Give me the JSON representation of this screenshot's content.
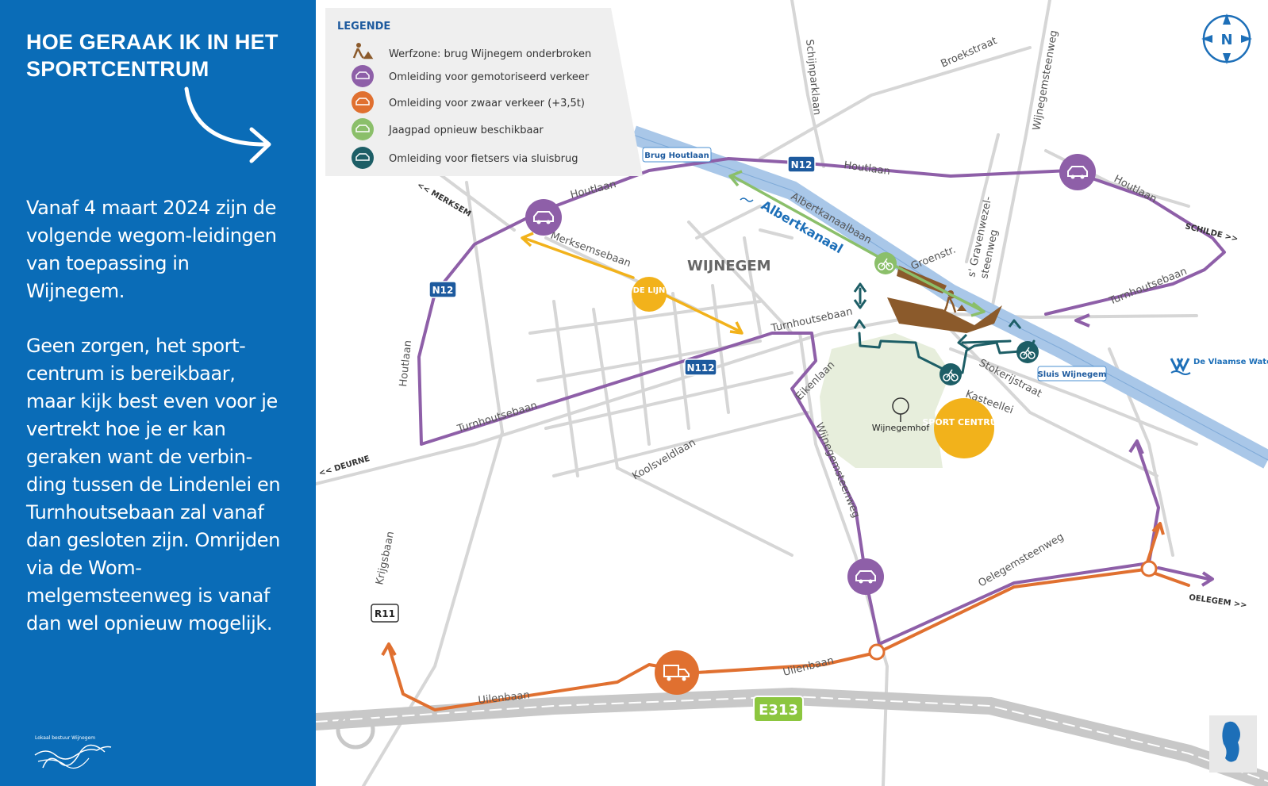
{
  "sidebar": {
    "title": "HOE GERAAK IK IN HET SPORTCENTRUM",
    "intro": "Vanaf 4 maart 2024 zijn de volgende wegom-leidingen van toepassing in Wijnegem.",
    "detail": "Geen zorgen, het sport-centrum is bereikbaar, maar kijk best even voor je vertrekt hoe je er kan geraken want de verbin-ding tussen de Lindenlei en Turnhoutsebaan zal vanaf dan gesloten zijn. Omrijden via de Wom-melgemsteenweg is vanaf dan wel opnieuw mogelijk.",
    "logo_text": "Lokaal bestuur Wijnegem"
  },
  "legend": {
    "title": "LEGENDE",
    "items": [
      {
        "label": "Werfzone: brug Wijnegem onderbroken",
        "icon": "worker-icon",
        "color": "#8b5a2b"
      },
      {
        "label": "Omleiding voor gemotoriseerd verkeer",
        "icon": "car-icon",
        "color": "#8e5fa8"
      },
      {
        "label": "Omleiding voor zwaar verkeer (+3,5t)",
        "icon": "truck-icon",
        "color": "#e07030"
      },
      {
        "label": "Jaagpad opnieuw beschikbaar",
        "icon": "bike-icon",
        "color": "#8bbf6a"
      },
      {
        "label": "Omleiding voor fietsers via sluisbrug",
        "icon": "bike-icon",
        "color": "#1d5e66"
      }
    ]
  },
  "map": {
    "town": "WIJNEGEM",
    "canal": "Albertkanaal",
    "bridge_houtlaan": "Brug Houtlaan",
    "sluis": "Sluis Wijnegem",
    "de_lijn": "DE LIJN",
    "sportcentrum": "SPORT CENTRUM",
    "park": "Wijnegemhof",
    "compass": "N",
    "waterweg": "De Vlaamse Waterweg",
    "shields": {
      "n12a": "N12",
      "n12b": "N12",
      "n112": "N112",
      "r11": "R11",
      "e313": "E313"
    },
    "streets": {
      "schijnpark": "Schijnparklaan",
      "broekstraat": "Broekstraat",
      "wijnegemsteenweg_n": "Wijnegemsteenweg",
      "houtlaan_top": "Houtlaan",
      "houtlaan_nw": "Houtlaan",
      "houtlaan_ne": "Houtlaan",
      "houtlaan_w": "Houtlaan",
      "merksem": "<< MERKSEM",
      "schilde": "SCHILDE >>",
      "albertkanaalbaan": "Albertkanaalbaan",
      "groenstr": "Groenstr.",
      "gravenwezel1": "s' Gravenwezel-",
      "gravenwezel2": "steenweg",
      "merksemsebaan": "Merksemsebaan",
      "turnhoutsebaan_c": "Turnhoutsebaan",
      "turnhoutsebaan_e": "Turnhoutsebaan",
      "turnhoutsebaan_w": "Turnhoutsebaan",
      "stokerijstraat": "Stokerijstraat",
      "kasteellei": "Kasteellei",
      "eikenlaan": "Eikenlaan",
      "wijnegemsteenweg_s": "Wijnegemsteenweg",
      "deurne": "<< DEURNE",
      "koolsveldlaan": "Koolsveldlaan",
      "krijgsbaan": "Krijgsbaan",
      "oelegemsteenweg": "Oelegemsteenweg",
      "oelegem": "OELEGEM >>",
      "uilenbaan_w": "Uilenbaan",
      "uilenbaan_e": "Uilenbaan"
    }
  },
  "colors": {
    "sidebar": "#0a6cb7",
    "car": "#8e5fa8",
    "truck": "#e07030",
    "jaagpad": "#8bbf6a",
    "bike": "#1d5e66",
    "canal": "#a9c7e8",
    "delijn": "#f2b21b",
    "werf": "#8b5a2b",
    "shield": "#1d5a9e"
  }
}
